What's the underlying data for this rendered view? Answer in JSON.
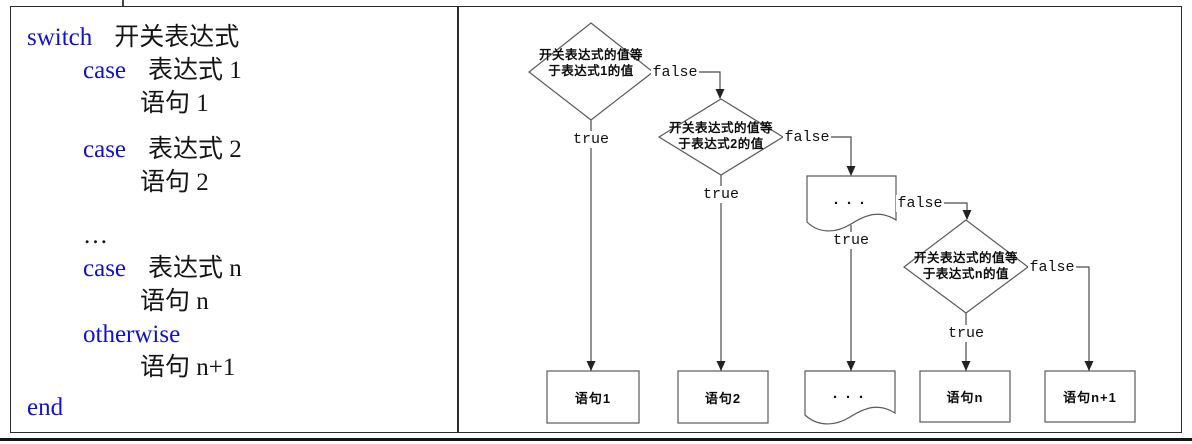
{
  "code": {
    "lines": [
      {
        "kw": "switch",
        "rest": "开关表达式"
      },
      {
        "kw": "case",
        "rest": "表达式 1"
      },
      {
        "kw": "",
        "rest": "语句 1"
      },
      {
        "kw": "case",
        "rest": "表达式 2"
      },
      {
        "kw": "",
        "rest": "语句 2"
      },
      {
        "kw": "",
        "rest": "…"
      },
      {
        "kw": "case",
        "rest": "表达式 n"
      },
      {
        "kw": "",
        "rest": "语句 n"
      },
      {
        "kw": "otherwise",
        "rest": ""
      },
      {
        "kw": "",
        "rest": "语句 n+1"
      },
      {
        "kw": "end",
        "rest": ""
      }
    ]
  },
  "flowchart": {
    "decisions": [
      {
        "text": "开关表达式的值等\n于表达式1的值"
      },
      {
        "text": "开关表达式的值等\n于表达式2的值"
      },
      {
        "text": "开关表达式的值等\n于表达式n的值"
      }
    ],
    "documents": {
      "dots": "..."
    },
    "boxes": [
      {
        "label": "语句1"
      },
      {
        "label": "语句2"
      },
      {
        "label": "语句n"
      },
      {
        "label": "语句n+1"
      }
    ],
    "branch": {
      "true": "true",
      "false": "false"
    }
  },
  "colors": {
    "keyword_blue": "#1111CF",
    "line": "#4a4a4a",
    "shape_border": "#5a5a5a",
    "text": "#111111"
  }
}
